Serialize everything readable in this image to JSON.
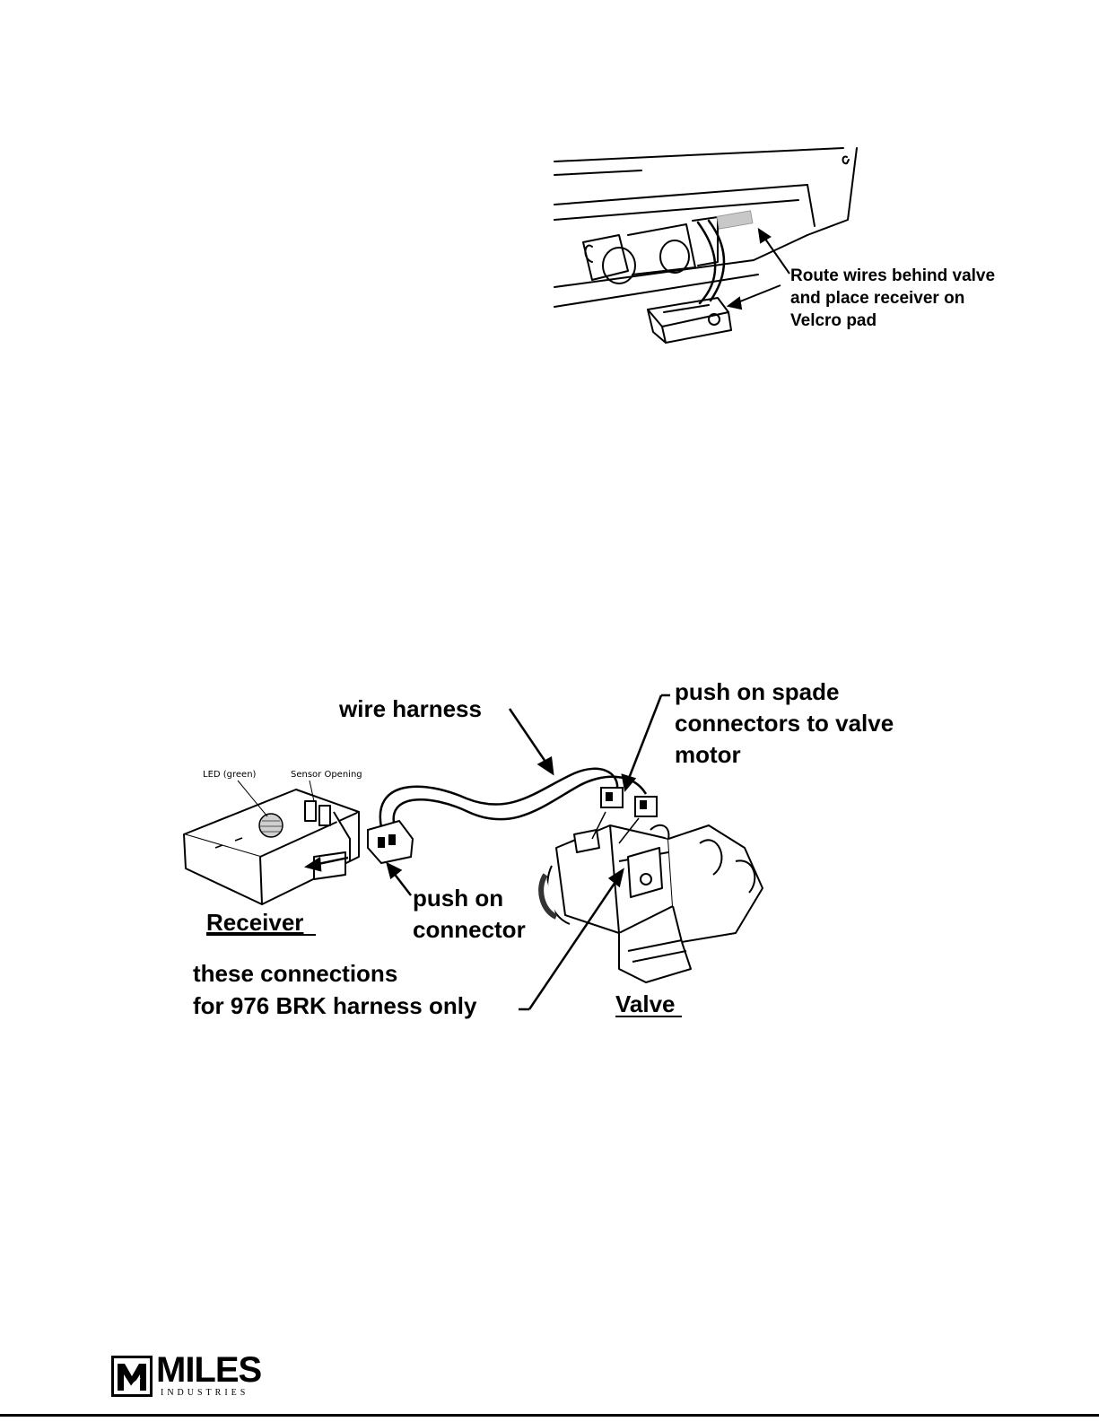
{
  "figure1": {
    "label_line1": "Route wires behind valve",
    "label_line2": "and place receiver on",
    "label_line3": "Velcro pad"
  },
  "figure2": {
    "wire_harness": "wire harness",
    "spade_line1": "push on spade",
    "spade_line2": "connectors to valve",
    "spade_line3": "motor",
    "led": "LED (green)",
    "sensor": "Sensor Opening",
    "push_line1": "push on",
    "push_line2": "connector",
    "receiver": "Receiver",
    "valve": "Valve",
    "conn_line1": "these connections",
    "conn_line2": "for 976 BRK harness only"
  },
  "footer": {
    "logo_word": "MILES",
    "logo_sub": "INDUSTRIES"
  }
}
